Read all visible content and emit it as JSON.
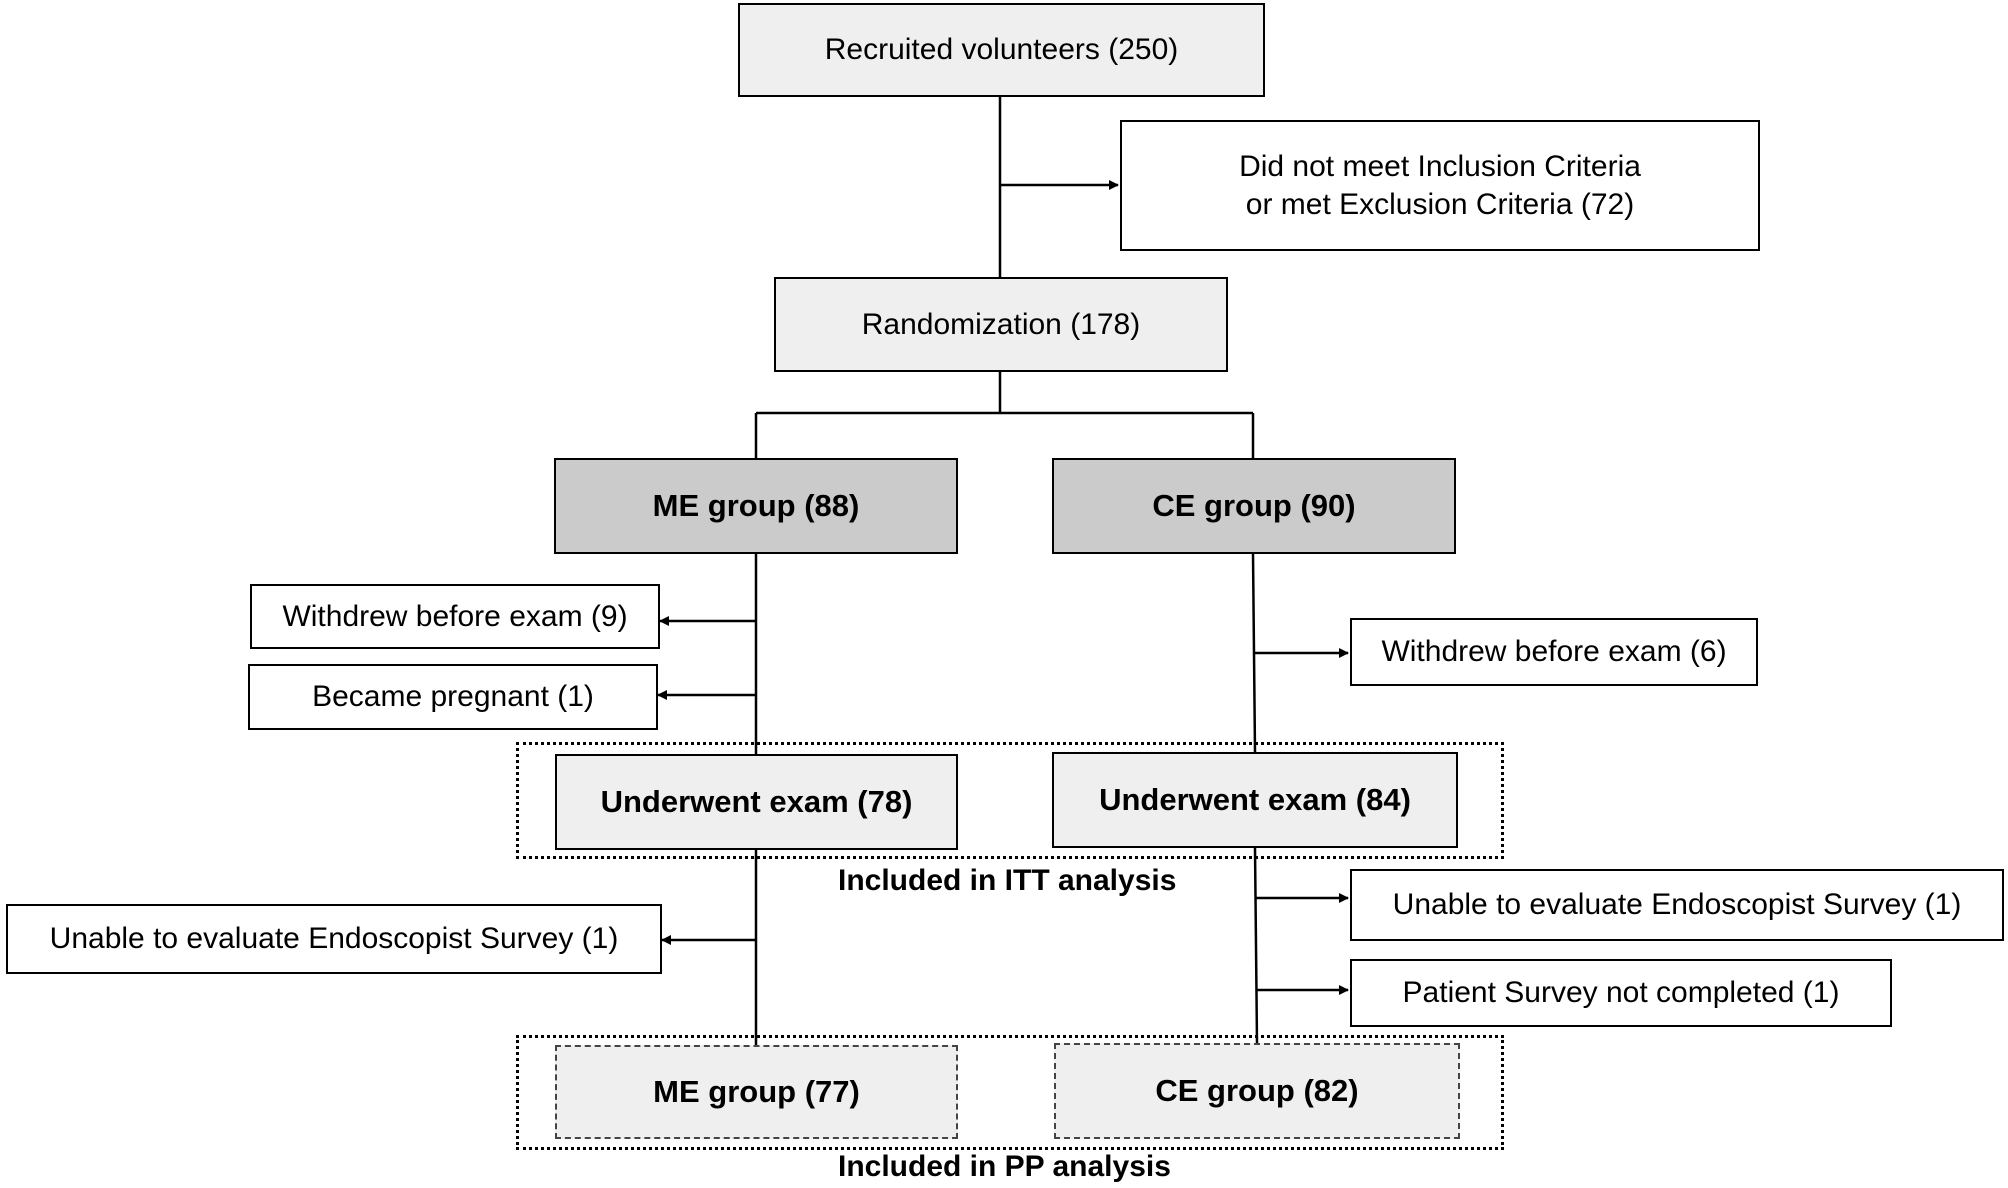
{
  "nodes": {
    "recruited": "Recruited volunteers (250)",
    "excluded_line1": "Did not meet Inclusion Criteria",
    "excluded_line2": "or met Exclusion Criteria (72)",
    "randomization": "Randomization (178)",
    "me_group": "ME group (88)",
    "ce_group": "CE group (90)",
    "me_withdrew": "Withdrew before exam (9)",
    "me_pregnant": "Became pregnant (1)",
    "ce_withdrew": "Withdrew before exam (6)",
    "me_exam": "Underwent exam (78)",
    "ce_exam": "Underwent exam (84)",
    "me_unable_endoscopist": "Unable to evaluate Endoscopist Survey (1)",
    "ce_unable_endoscopist": "Unable to evaluate Endoscopist Survey (1)",
    "ce_patient_survey": "Patient Survey not completed (1)",
    "me_final": "ME group (77)",
    "ce_final": "CE group (82)"
  },
  "regions": {
    "itt": "Included in ITT analysis",
    "pp": "Included in PP analysis"
  }
}
